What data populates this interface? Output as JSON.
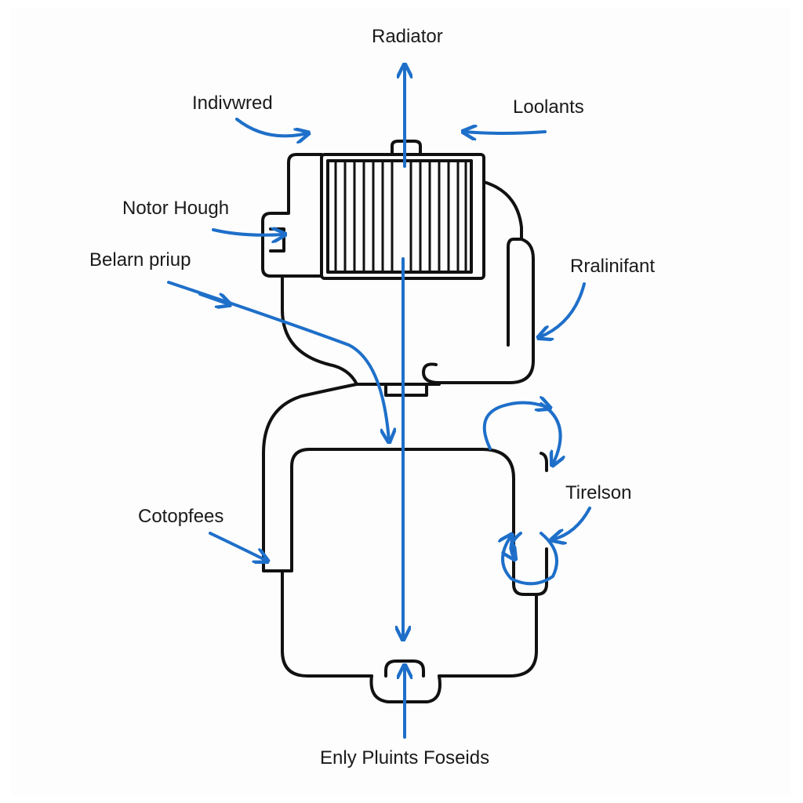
{
  "labels": {
    "radiator": "Radiator",
    "indivwred": "Indivwred",
    "loolants": "Loolants",
    "notor_hough": "Notor Hough",
    "belarn_priup": "Belarn priup",
    "rralinifant": "Rralinifant",
    "tirelson": "Tirelson",
    "cotopfees": "Cotopfees",
    "enly_pluints": "Enly Pluints Foseids"
  },
  "colors": {
    "line": "#111111",
    "flow_arrow": "#1e6fc9",
    "label_text": "#1a1a1a",
    "background": "#fdfdfd"
  }
}
